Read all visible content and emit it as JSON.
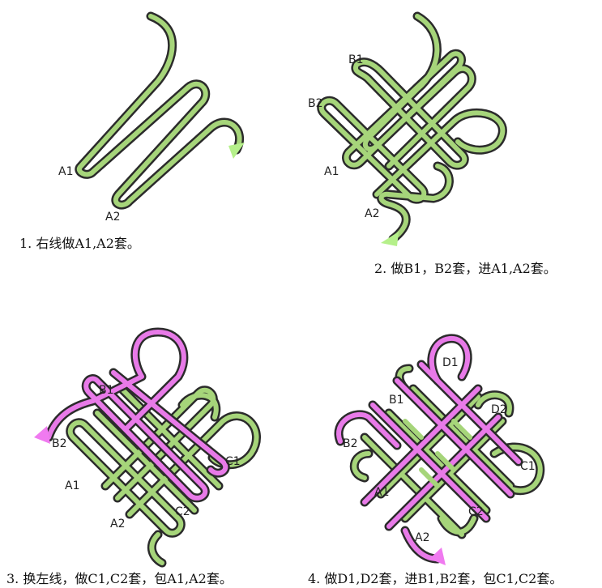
{
  "colors": {
    "green": "#a6d57a",
    "pink": "#e87ae8",
    "outline": "#2b2b2b",
    "arrow_green": "#b5f08a",
    "arrow_pink": "#f07af0"
  },
  "panels": [
    {
      "caption": "1. 右线做A1,A2套。",
      "labels": {
        "A1": "A1",
        "A2": "A2"
      }
    },
    {
      "caption": "2. 做B1，B2套，进A1,A2套。",
      "labels": {
        "B1": "B1",
        "B2": "B2",
        "A1": "A1",
        "A2": "A2"
      }
    },
    {
      "caption": "3. 换左线，做C1,C2套，包A1,A2套。",
      "labels": {
        "B1": "B1",
        "B2": "B2",
        "A1": "A1",
        "A2": "A2",
        "C1": "C1",
        "C2": "C2"
      }
    },
    {
      "caption": "4. 做D1,D2套，进B1,B2套，包C1,C2套。",
      "labels": {
        "D1": "D1",
        "D2": "D2",
        "B1": "B1",
        "B2": "B2",
        "A1": "A1",
        "A2": "A2",
        "C1": "C1",
        "C2": "C2"
      }
    }
  ]
}
